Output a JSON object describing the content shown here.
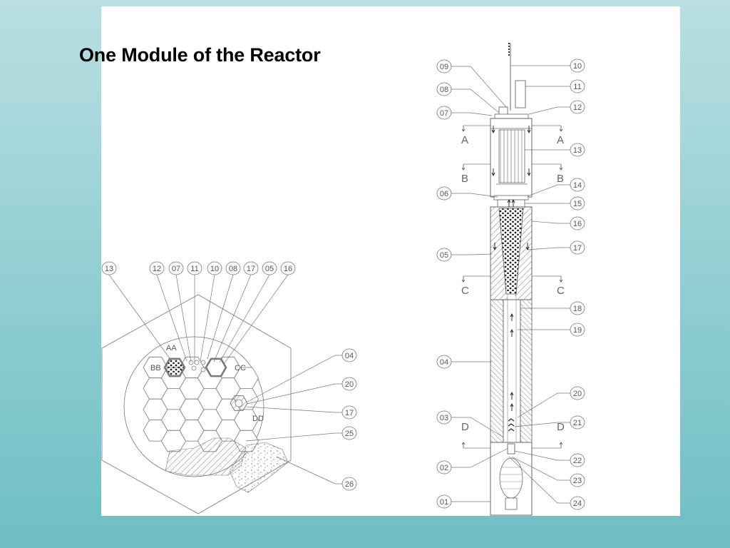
{
  "slide": {
    "title": "One Module of the Reactor"
  },
  "diagram": {
    "colors": {
      "line": "#666666",
      "background": "#ffffff",
      "title": "#000000"
    },
    "core_callouts": [
      "13",
      "12",
      "07",
      "11",
      "10",
      "08",
      "17",
      "05",
      "16"
    ],
    "core_right_callouts": [
      "04",
      "20",
      "17",
      "25",
      "26"
    ],
    "core_labels": {
      "aa": "AA",
      "bb": "BB",
      "cc": "CC",
      "dd": "DD"
    },
    "module_left_callouts": [
      "09",
      "08",
      "07",
      "06",
      "05",
      "04",
      "03",
      "02",
      "01"
    ],
    "module_right_callouts": [
      "10",
      "11",
      "12",
      "13",
      "14",
      "15",
      "16",
      "17",
      "18",
      "19",
      "20",
      "21",
      "22",
      "23",
      "24"
    ],
    "section_labels": {
      "a_left": "A",
      "a_right": "A",
      "b_left": "B",
      "b_right": "B",
      "c_left": "C",
      "c_right": "C",
      "d_left": "D",
      "d_right": "D"
    }
  }
}
